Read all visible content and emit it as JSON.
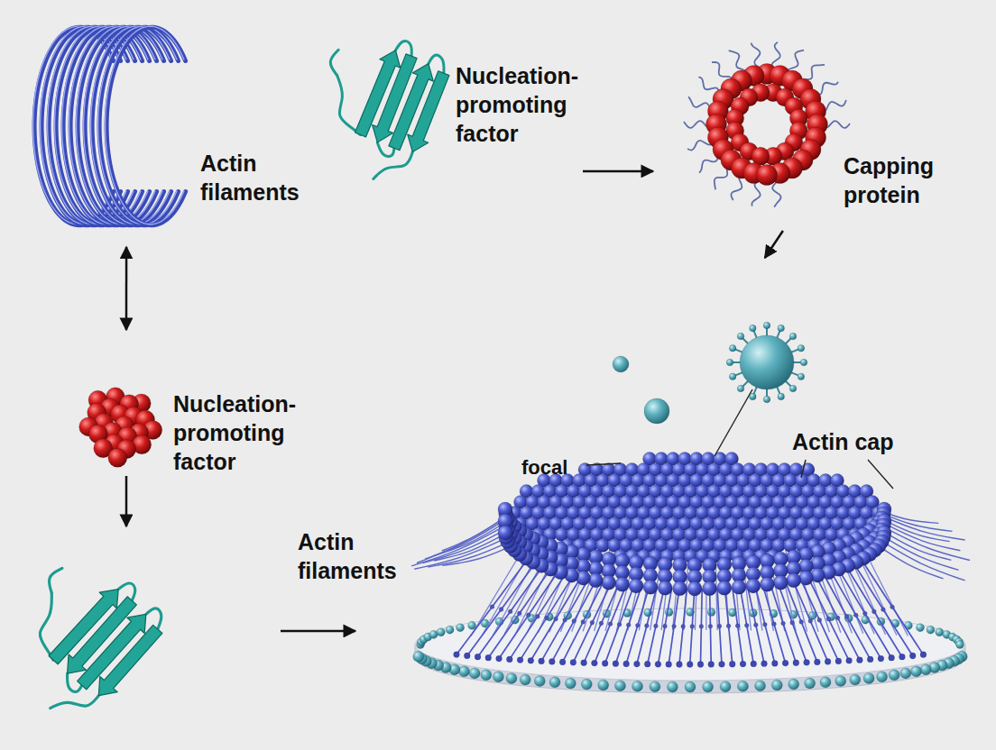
{
  "diagram": {
    "nodes": [
      {
        "text": [
          "Actin filaments"
        ]
      },
      {
        "text": [
          "Nucleation-promoting factor"
        ]
      },
      {
        "text": [
          "Capping protein"
        ]
      },
      {
        "text": [
          "Nucleation-promoting factor"
        ]
      },
      {
        "text": [
          "Actin filaments"
        ]
      },
      {
        "text": [
          "focal",
          "Actin cap"
        ]
      }
    ],
    "edges": [
      {
        "from": 1,
        "to": 2,
        "arrow": "to"
      },
      {
        "from": 2,
        "to": 5,
        "arrow": "to"
      },
      {
        "from": 0,
        "to": 3,
        "arrow": "both"
      },
      {
        "from": 3,
        "to": 4,
        "arrow": "to"
      },
      {
        "from": 4,
        "to": 5,
        "arrow": "to"
      }
    ]
  }
}
